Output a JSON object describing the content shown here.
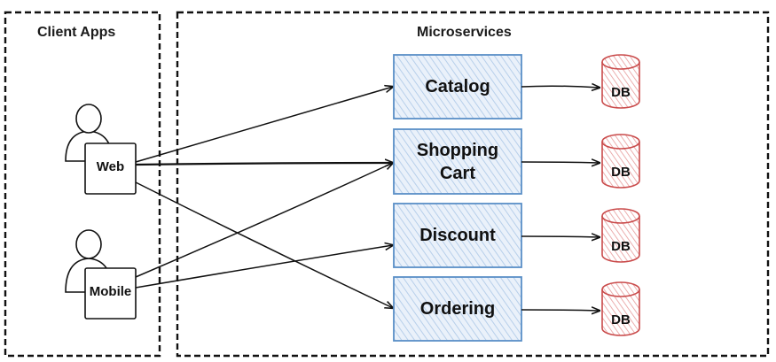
{
  "groups": {
    "clients_title": "Client Apps",
    "services_title": "Microservices"
  },
  "clients": [
    {
      "label": "Web"
    },
    {
      "label": "Mobile"
    }
  ],
  "services": [
    {
      "label": "Catalog"
    },
    {
      "label": "Shopping Cart"
    },
    {
      "label": "Discount"
    },
    {
      "label": "Ordering"
    }
  ],
  "databases": [
    {
      "label": "DB"
    },
    {
      "label": "DB"
    },
    {
      "label": "DB"
    },
    {
      "label": "DB"
    }
  ],
  "colors": {
    "service_fill": "#dbe8f6",
    "service_stroke": "#5a8fc7",
    "db_stroke": "#c94a4a",
    "db_hatch": "#e79a9a",
    "border": "#111111"
  }
}
